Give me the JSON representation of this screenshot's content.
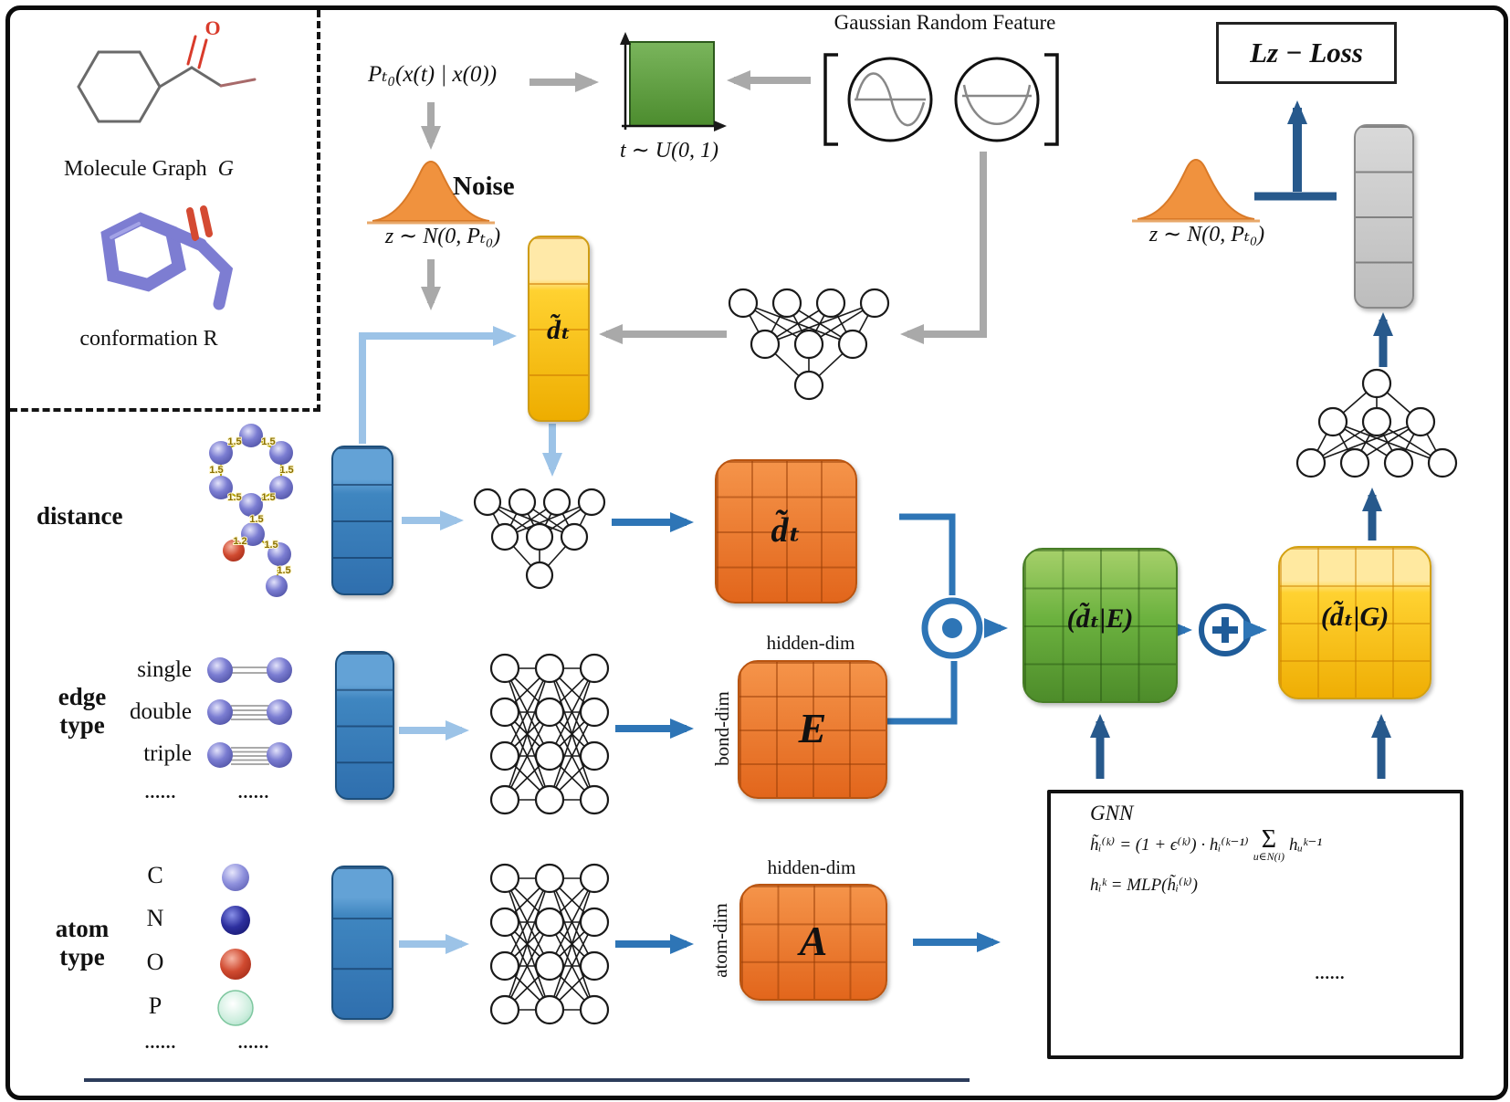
{
  "left_panel": {
    "molecule_graph_label": "Molecule Graph",
    "molecule_graph_var": "G",
    "conformation_label": "conformation R",
    "o_atom": "O"
  },
  "top_flow": {
    "p_formula": "Pₜ₀(x(t) | x(0))",
    "t_formula": "t ∼ U(0, 1)",
    "noise_label": "Noise",
    "z_formula": "z ∼ N(0, Pₜ₀)",
    "grf_title": "Gaussian Random Feature"
  },
  "loss": {
    "label": "Lz − Loss",
    "z_formula": "z ∼ N(0, Pₜ₀)"
  },
  "blocks": {
    "dt_col_label": "d̃ₜ",
    "dt_matrix_label": "d̃ₜ",
    "e_label": "E",
    "a_label": "A",
    "dte_label": "(d̃ₜ|E)",
    "dtg_label": "(d̃ₜ|G)",
    "hidden_dim": "hidden-dim",
    "bond_dim": "bond-dim",
    "atom_dim": "atom-dim"
  },
  "rows": {
    "distance": {
      "label": "distance",
      "bond_label": "1.5",
      "bond_label_alt": "1.2"
    },
    "edge": {
      "label_line1": "edge",
      "label_line2": "type",
      "types": [
        "single",
        "double",
        "triple"
      ],
      "ellipsis": "......"
    },
    "atom": {
      "label_line1": "atom",
      "label_line2": "type",
      "types": [
        "C",
        "N",
        "O",
        "P"
      ],
      "ellipsis": "......"
    }
  },
  "gnn": {
    "title": "GNN",
    "f1_lhs": "h̃ᵢ⁽ᵏ⁾",
    "f1_eq": "= (1 + ϵ⁽ᵏ⁾) · hᵢ⁽ᵏ⁻¹⁾",
    "sum": "Σ",
    "sum_sub": "u∈N(i)",
    "f1_tail": "hᵤᵏ⁻¹",
    "f2": "hᵢᵏ = MLP(h̃ᵢ⁽ᵏ⁾)",
    "ellipsis": "......"
  }
}
